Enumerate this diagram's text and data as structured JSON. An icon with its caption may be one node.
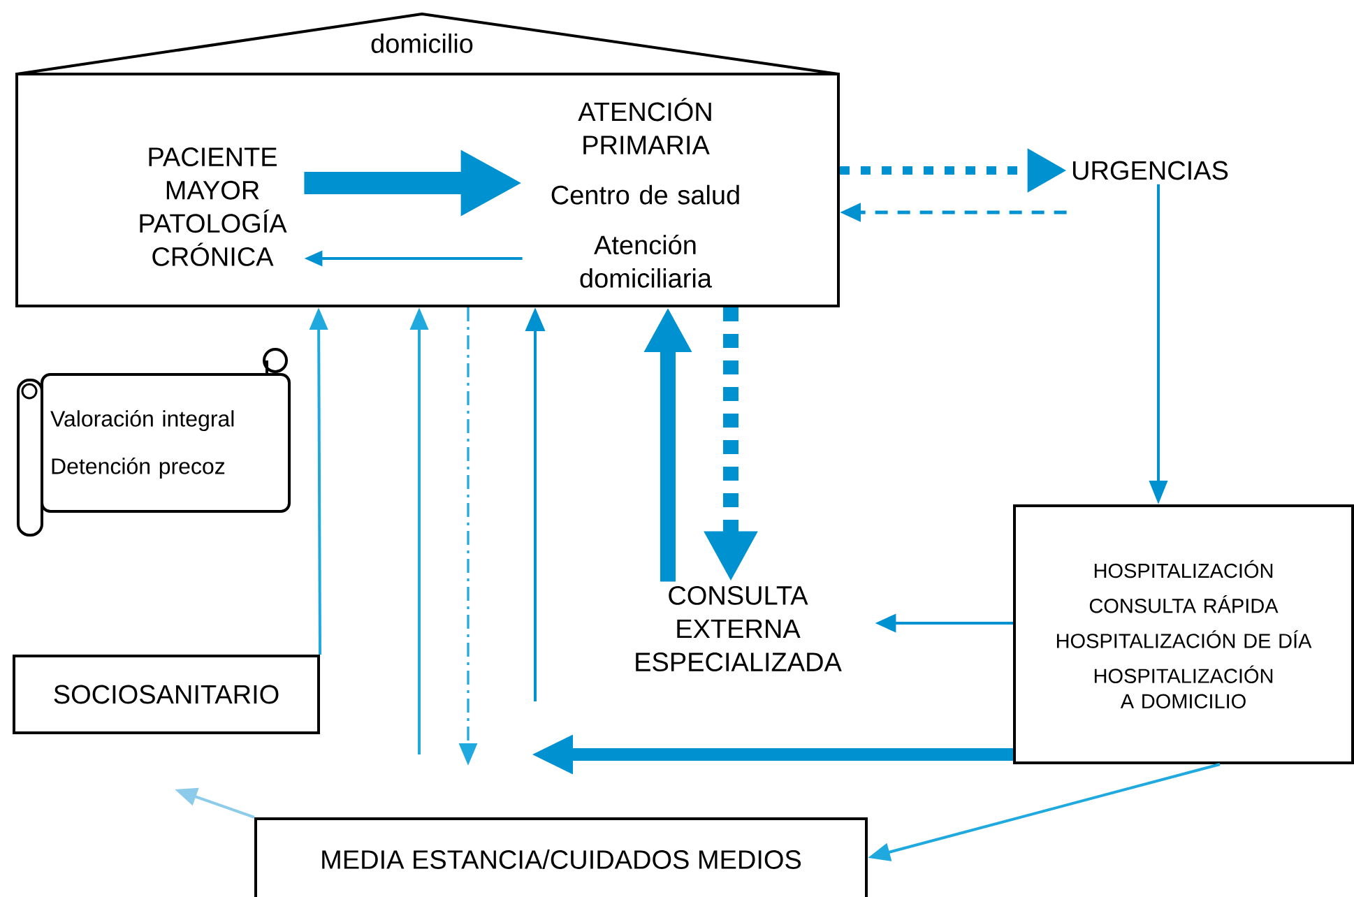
{
  "diagram": {
    "nodes": [
      {
        "text": [
          "domicilio"
        ]
      },
      {
        "text": [
          "PACIENTE MAYOR PATOLOGÍA CRÓNICA"
        ],
        "in": 0
      },
      {
        "text": [
          "ATENCIÓN PRIMARIA",
          "Centro de salud",
          "Atención domiciliaria"
        ],
        "in": 0
      },
      {
        "text": [
          "URGENCIAS"
        ]
      },
      {
        "text": [
          "Valoración integral",
          "Detención precoz"
        ]
      },
      {
        "text": [
          "CONSULTA EXTERNA ESPECIALIZADA"
        ]
      },
      {
        "text": [
          "HOSPITALIZACIÓN",
          "CONSULTA RÁPIDA",
          "HOSPITALIZACIÓN DE DÍA",
          "HOSPITALIZACIÓN A DOMICILIO"
        ]
      },
      {
        "text": [
          "SOCIOSANITARIO"
        ]
      },
      {
        "text": [
          "MEDIA ESTANCIA/CUIDADOS MEDIOS"
        ]
      }
    ],
    "edges": [
      {
        "from": 1,
        "to": 2,
        "arrow": "to",
        "style": "thick"
      },
      {
        "from": 2,
        "to": 1,
        "arrow": "to"
      },
      {
        "from": 0,
        "to": 3,
        "arrow": "to",
        "style": "dashed"
      },
      {
        "from": 3,
        "to": 0,
        "arrow": "to",
        "style": "dashed"
      },
      {
        "from": 3,
        "to": 6,
        "arrow": "to"
      },
      {
        "from": 6,
        "to": 5,
        "arrow": "to"
      },
      {
        "from": 6,
        "to": null,
        "arrow": "to",
        "style": "thick"
      },
      {
        "from": 6,
        "to": 8,
        "arrow": "to",
        "color": "#1fa9de"
      },
      {
        "from": 8,
        "to": null,
        "arrow": "to",
        "color": "#8dcbea"
      },
      {
        "from": 7,
        "to": 0,
        "arrow": "to",
        "color": "#1fa9de"
      },
      {
        "from": null,
        "to": 0,
        "arrow": "to",
        "color": "#1fa9de"
      },
      {
        "from": 0,
        "to": null,
        "arrow": "to",
        "style": "dashed",
        "color": "#1fa9de"
      },
      {
        "from": null,
        "to": 0,
        "arrow": "to"
      },
      {
        "from": 5,
        "to": 0,
        "arrow": "to",
        "style": "thick"
      },
      {
        "from": 0,
        "to": 5,
        "arrow": "to",
        "style": "dashed"
      }
    ]
  }
}
